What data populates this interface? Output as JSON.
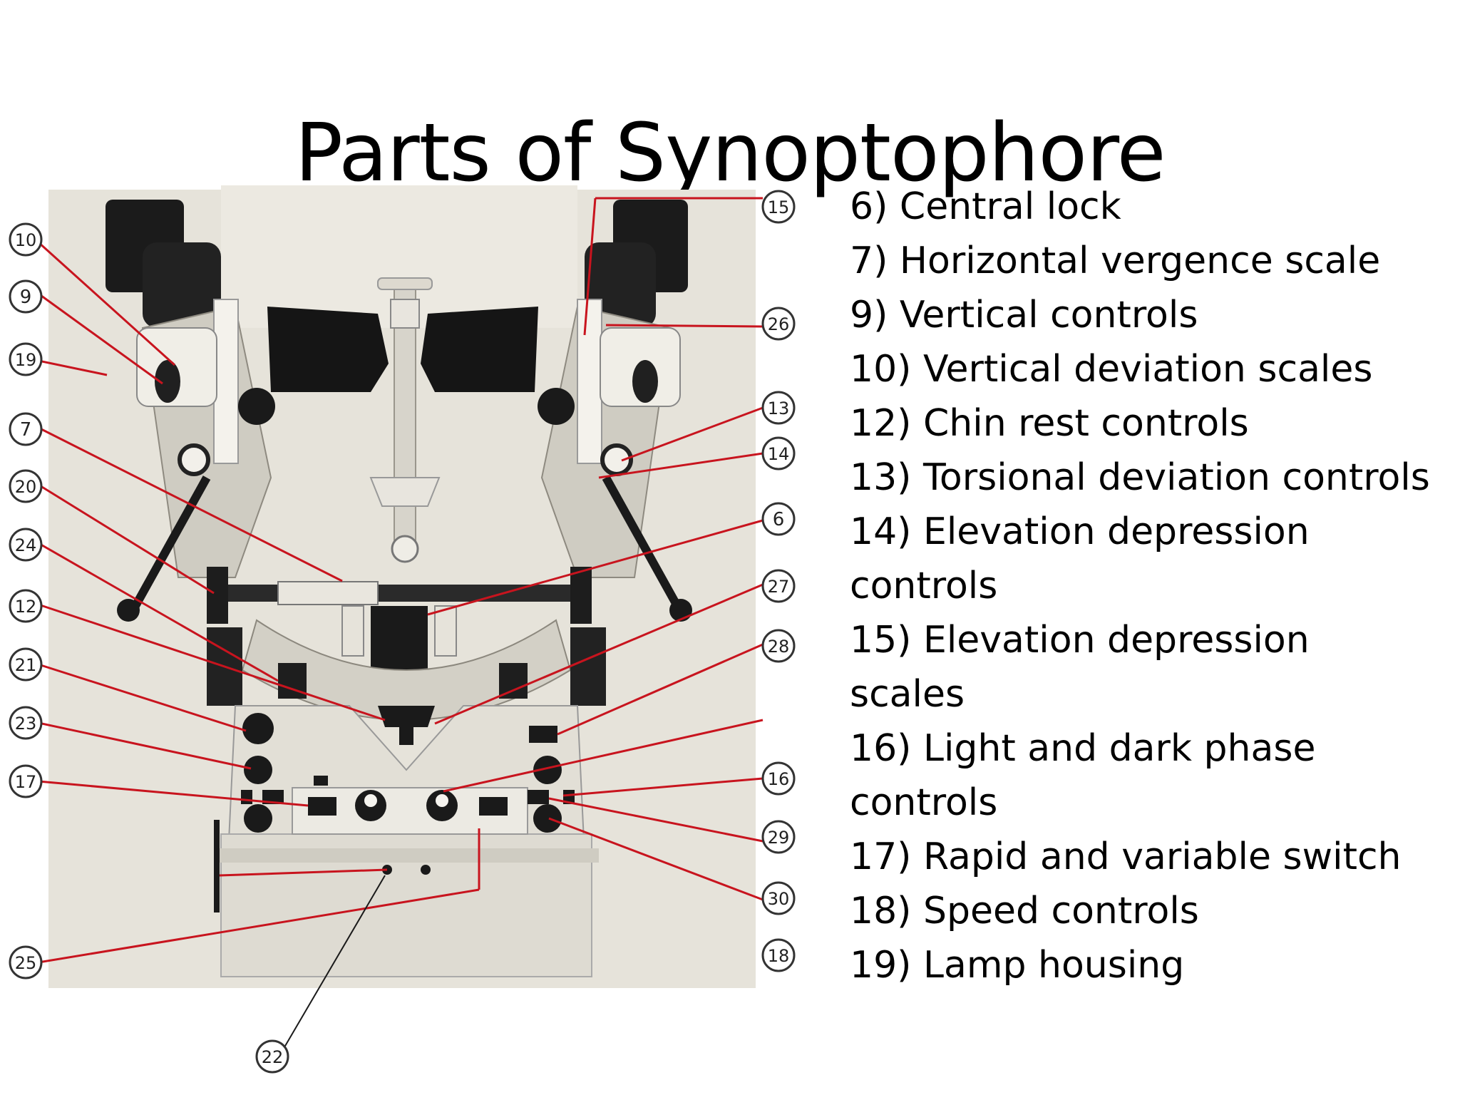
{
  "slide": {
    "title": "Parts of Synoptophore"
  },
  "parts_list": [
    "6) Central lock",
    "7) Horizontal vergence scale",
    "9) Vertical controls",
    "10) Vertical deviation scales",
    "12) Chin rest controls",
    "13) Torsional deviation controls",
    "14) Elevation depression controls",
    "15) Elevation depression scales",
    "16) Light and dark phase controls",
    "17) Rapid and variable switch",
    "18) Speed controls",
    "19) Lamp housing"
  ],
  "callouts": {
    "left": [
      "10",
      "9",
      "19",
      "7",
      "20",
      "24",
      "12",
      "21",
      "23",
      "17",
      "25"
    ],
    "right": [
      "15",
      "26",
      "13",
      "14",
      "6",
      "27",
      "28",
      "16",
      "29",
      "30",
      "18"
    ],
    "bottom": [
      "22"
    ]
  },
  "colors": {
    "leader_line": "#c8141e",
    "photo_bg": "#e7e4dc",
    "instrument_dark": "#1a1a1a",
    "instrument_light": "#d8d5cc"
  }
}
